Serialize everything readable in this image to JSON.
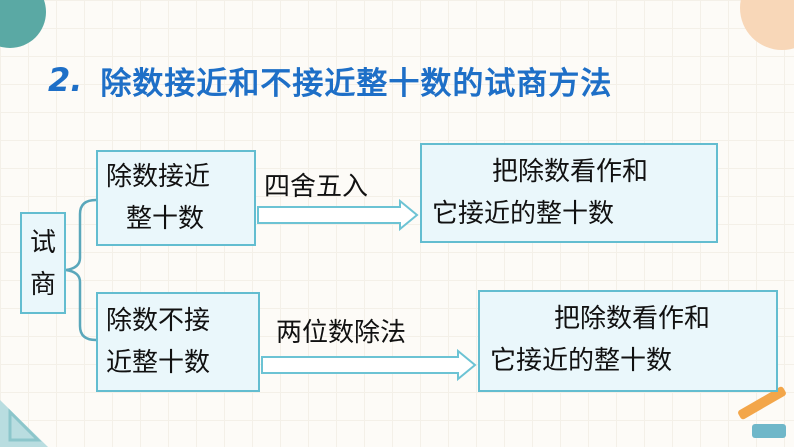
{
  "heading": {
    "number": "2.",
    "title": "除数接近和不接近整十数的试商方法"
  },
  "root": {
    "line1": "试",
    "line2": "商"
  },
  "branch1": {
    "condition_line1": "除数接近",
    "condition_line2": "整十数",
    "method": "四舍五入",
    "result_line1": "把除数看作和",
    "result_line2": "它接近的整十数"
  },
  "branch2": {
    "condition_line1": "除数不接",
    "condition_line2": "近整十数",
    "method": "两位数除法",
    "result_line1": "把除数看作和",
    "result_line2": "它接近的整十数"
  },
  "colors": {
    "heading": "#1e6fc7",
    "box_border": "#63bdd0",
    "box_fill": "#eaf7fb",
    "accent_teal": "#5aa9a4",
    "accent_orange": "#f3c49a"
  }
}
